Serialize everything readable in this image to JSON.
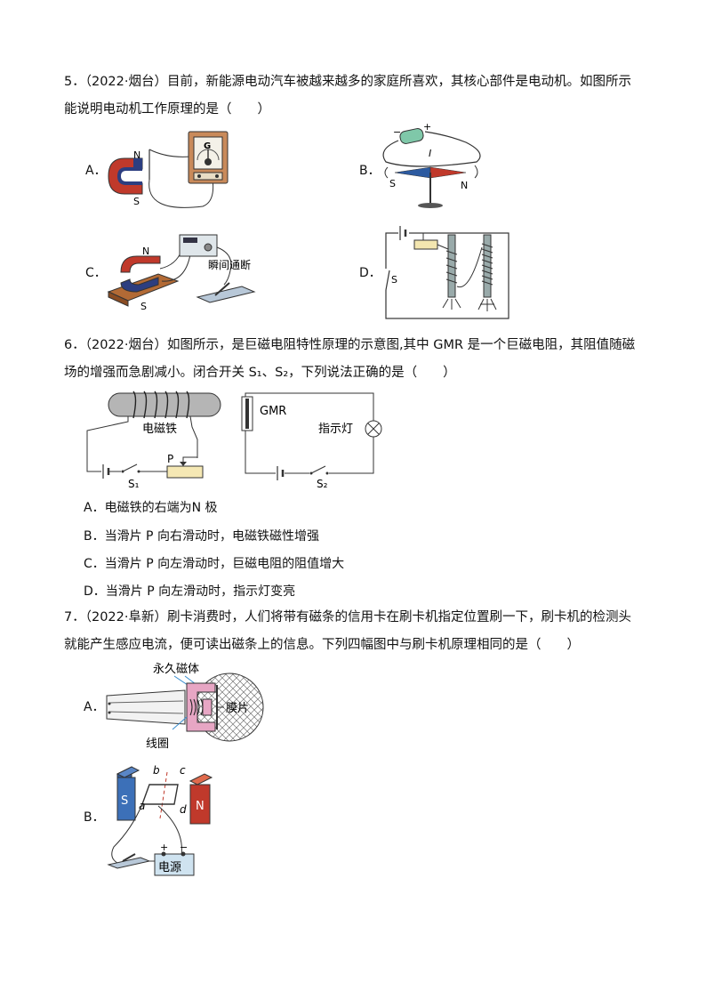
{
  "q5": {
    "line1": "5．（2022·烟台）目前，新能源电动汽车被越来越多的家庭所喜欢，其核心部件是电动机。如图所示",
    "line2": "能说明电动机工作原理的是（　　）",
    "options": [
      "A．",
      "B．",
      "C．",
      "D．"
    ],
    "figA": {
      "n": "N",
      "s": "S",
      "g": "G"
    },
    "figB": {
      "minus": "−",
      "plus": "+",
      "current": "I",
      "s": "S",
      "n": "N"
    },
    "figC": {
      "n": "N",
      "s": "S",
      "note": "瞬间通断"
    },
    "figD": {
      "s": "S"
    }
  },
  "q6": {
    "line1": "6．（2022·烟台）如图所示，是巨磁电阻特性原理的示意图,其中 GMR 是一个巨磁电阻，其阻值随磁",
    "line2": "场的增强而急剧减小。闭合开关 S₁、S₂，下列说法正确的是（　　）",
    "fig": {
      "electromagnet": "电磁铁",
      "p": "P",
      "s1": "S₁",
      "gmr": "GMR",
      "lamp": "指示灯",
      "s2": "S₂"
    },
    "options": [
      "A．电磁铁的右端为N 极",
      "B．当滑片 P 向右滑动时，电磁铁磁性增强",
      "C．当滑片 P 向左滑动时，巨磁电阻的阻值增大",
      "D．当滑片 P 向左滑动时，指示灯变亮"
    ]
  },
  "q7": {
    "line1": "7．（2022·阜新）刷卡消费时，人们将带有磁条的信用卡在刷卡机指定位置刷一下，刷卡机的检测头",
    "line2": "就能产生感应电流，便可读出磁条上的信息。下列四幅图中与刷卡机原理相同的是（　　）",
    "options": [
      "A．",
      "B．"
    ],
    "figA": {
      "magnet": "永久磁体",
      "film": "膜片",
      "coil": "线圈"
    },
    "figB": {
      "b": "b",
      "c": "c",
      "a": "a",
      "d": "d",
      "s": "S",
      "n": "N",
      "plus": "+",
      "minus": "−",
      "power": "电源"
    }
  }
}
